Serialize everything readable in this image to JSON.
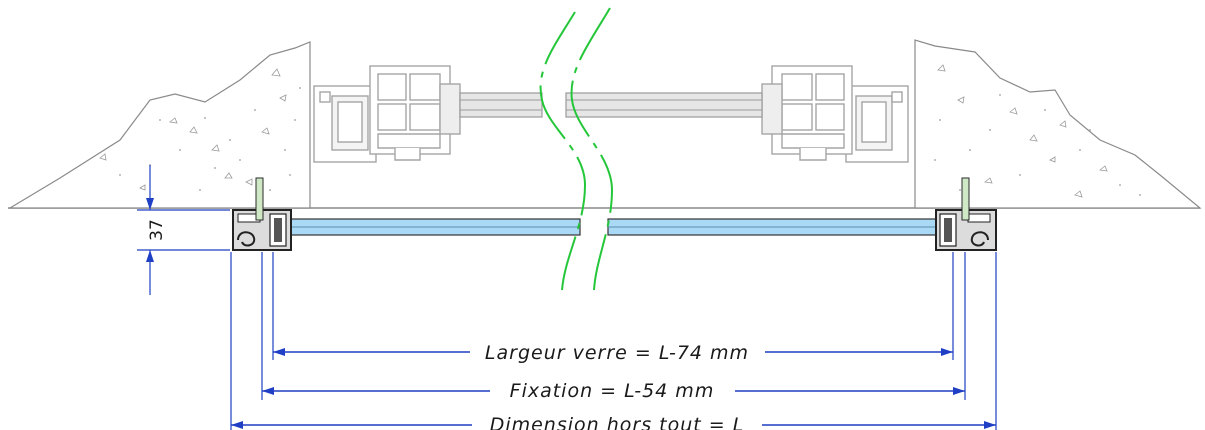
{
  "dimensions": {
    "glass_width_label": "Largeur verre = L-74 mm",
    "fixing_label": "Fixation = L-54 mm",
    "overall_label": "Dimension hors tout = L",
    "height_label": "37"
  },
  "colors": {
    "dimension_line": "#1f3fc4",
    "break_line": "#25c73a",
    "glass": "#a9d9f5",
    "profile": "#a5a5a5",
    "wall_outline": "#8a8a8a",
    "frame": "#222222"
  }
}
